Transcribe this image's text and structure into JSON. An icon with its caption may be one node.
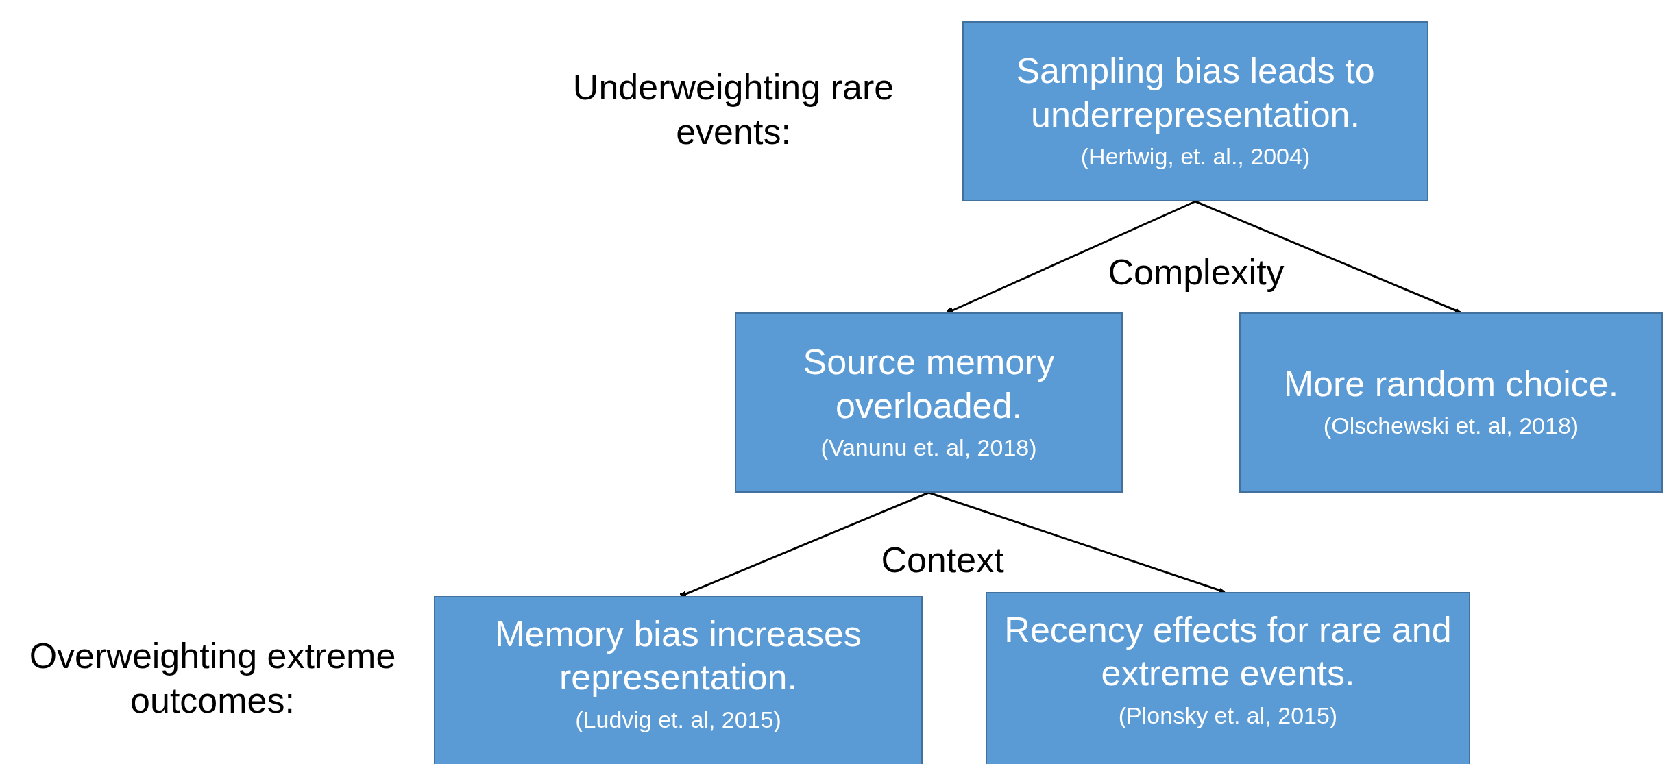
{
  "diagram": {
    "nodes": [
      {
        "text": [
          "Sampling bias leads to underrepresentation.",
          "(Hertwig, et. al., 2004)"
        ]
      },
      {
        "text": [
          "Source memory overloaded.",
          "(Vanunu et. al, 2018)"
        ]
      },
      {
        "text": [
          "More random choice.",
          "(Olschewski et. al, 2018)"
        ]
      },
      {
        "text": [
          "Memory bias increases representation.",
          "(Ludvig et. al, 2015)"
        ]
      },
      {
        "text": [
          "Recency effects for rare and extreme events.",
          "(Plonsky et. al, 2015)"
        ]
      }
    ],
    "edges": [
      {
        "from": 0,
        "to": 1,
        "arrow": "to"
      },
      {
        "from": 0,
        "to": 2,
        "arrow": "to"
      },
      {
        "from": 1,
        "to": 3,
        "arrow": "to"
      },
      {
        "from": 1,
        "to": 4,
        "arrow": "to"
      }
    ],
    "labels": [
      "Underweighting rare events:",
      "Complexity",
      "Context",
      "Overweighting extreme outcomes:"
    ]
  }
}
